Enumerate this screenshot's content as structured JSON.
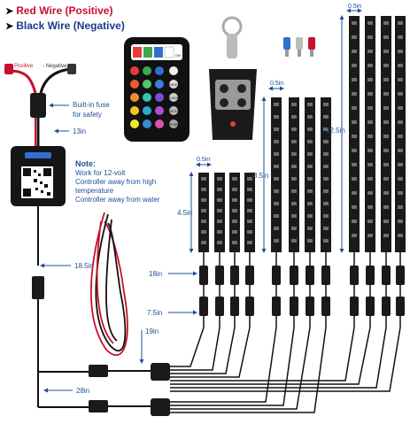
{
  "legend": {
    "red_wire": "Red Wire (Positive)",
    "black_wire": "Black Wire (Negative)"
  },
  "wire_labels": {
    "positive": "+ Positive",
    "negative": "- Negative"
  },
  "fuse_label": [
    "Built-in fuse",
    "for safety"
  ],
  "note": {
    "title": "Note:",
    "lines": [
      "Work for 12-volt",
      "Controller away from high",
      "temperature",
      "Controller away from water"
    ]
  },
  "dimensions": {
    "d_13in": "13in",
    "d_18_5in": "18.5in",
    "d_18in": "18in",
    "d_7_5in": "7.5in",
    "d_19in": "19in",
    "d_28in": "28in",
    "d_4_5in": "4.5in",
    "d_8_5in": "8.5in",
    "d_12_5in": "12.5in",
    "d_0_5in_a": "0.5in",
    "d_0_5in_b": "0.5in",
    "d_0_5in_c": "0.5in"
  },
  "remote": {
    "buttons": [
      "ON",
      "OFF",
      "FADE",
      "FLASH",
      "SMOOTH",
      "STROBE"
    ]
  },
  "colors": {
    "accent_blue": "#1f4e96",
    "red_wire": "#c8102e",
    "remote_body": "#111111",
    "strip_body": "#1a1a1a"
  },
  "icons": [
    "ir-remote-icon",
    "rf-keyfob-icon",
    "qr-code-icon",
    "controller-box-icon",
    "led-strip-icon",
    "connector-icon",
    "fuse-icon"
  ]
}
